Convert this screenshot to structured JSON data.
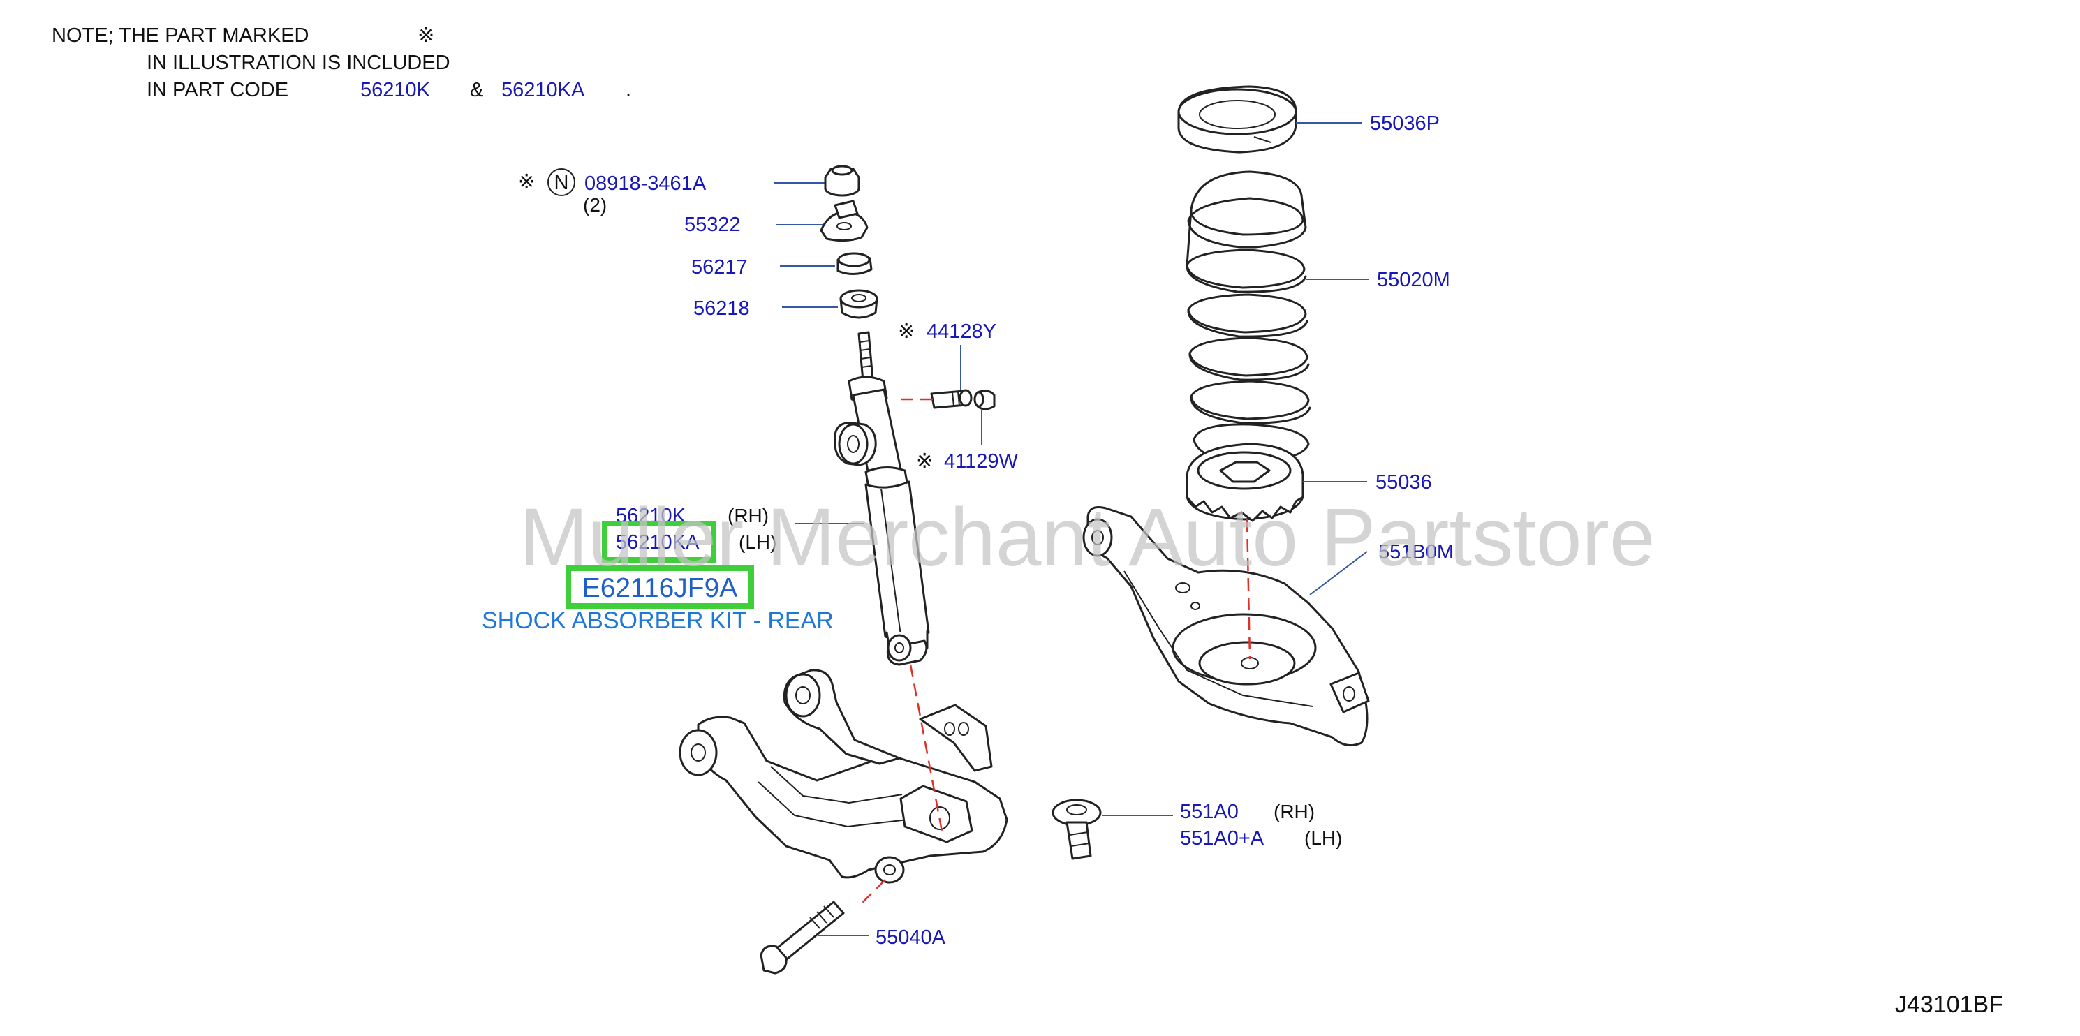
{
  "note": {
    "line1": "NOTE;  THE  PART  MARKED",
    "line2": "IN  ILLUSTRATION  IS  INCLUDED",
    "line3": "IN  PART  CODE",
    "code_a": "56210K",
    "amp": "&",
    "code_b": "56210KA",
    "period": ".",
    "symbol": "※"
  },
  "parts": {
    "p1": {
      "number": "08918-3461A",
      "qty": "(2)",
      "marker": "N"
    },
    "p2": {
      "number": "55322"
    },
    "p3": {
      "number": "56217"
    },
    "p4": {
      "number": "56218"
    },
    "p5": {
      "number": "44128Y"
    },
    "p6": {
      "number": "41129W"
    },
    "shock_rh": {
      "number": "56210K",
      "side": "(RH)"
    },
    "shock_lh": {
      "number": "56210KA",
      "side": "(LH)"
    },
    "p7": {
      "number": "55036P"
    },
    "p8": {
      "number": "55020M"
    },
    "p9": {
      "number": "55036"
    },
    "p10": {
      "number": "551B0M"
    },
    "arm_rh": {
      "number": "551A0",
      "side": "(RH)"
    },
    "arm_lh": {
      "number": "551A0+A",
      "side": "(LH)"
    },
    "p11": {
      "number": "55040A"
    }
  },
  "kit": {
    "code": "E62116JF9A",
    "label": "SHOCK ABSORBER KIT - REAR"
  },
  "watermark": "Muller Merchant Auto Partstore",
  "diagram_code": "J43101BF",
  "colors": {
    "part_number": "#1818b8",
    "highlight": "#3ecf3a",
    "kit_text": "#1e78d8",
    "axis_line": "#e0302a"
  }
}
